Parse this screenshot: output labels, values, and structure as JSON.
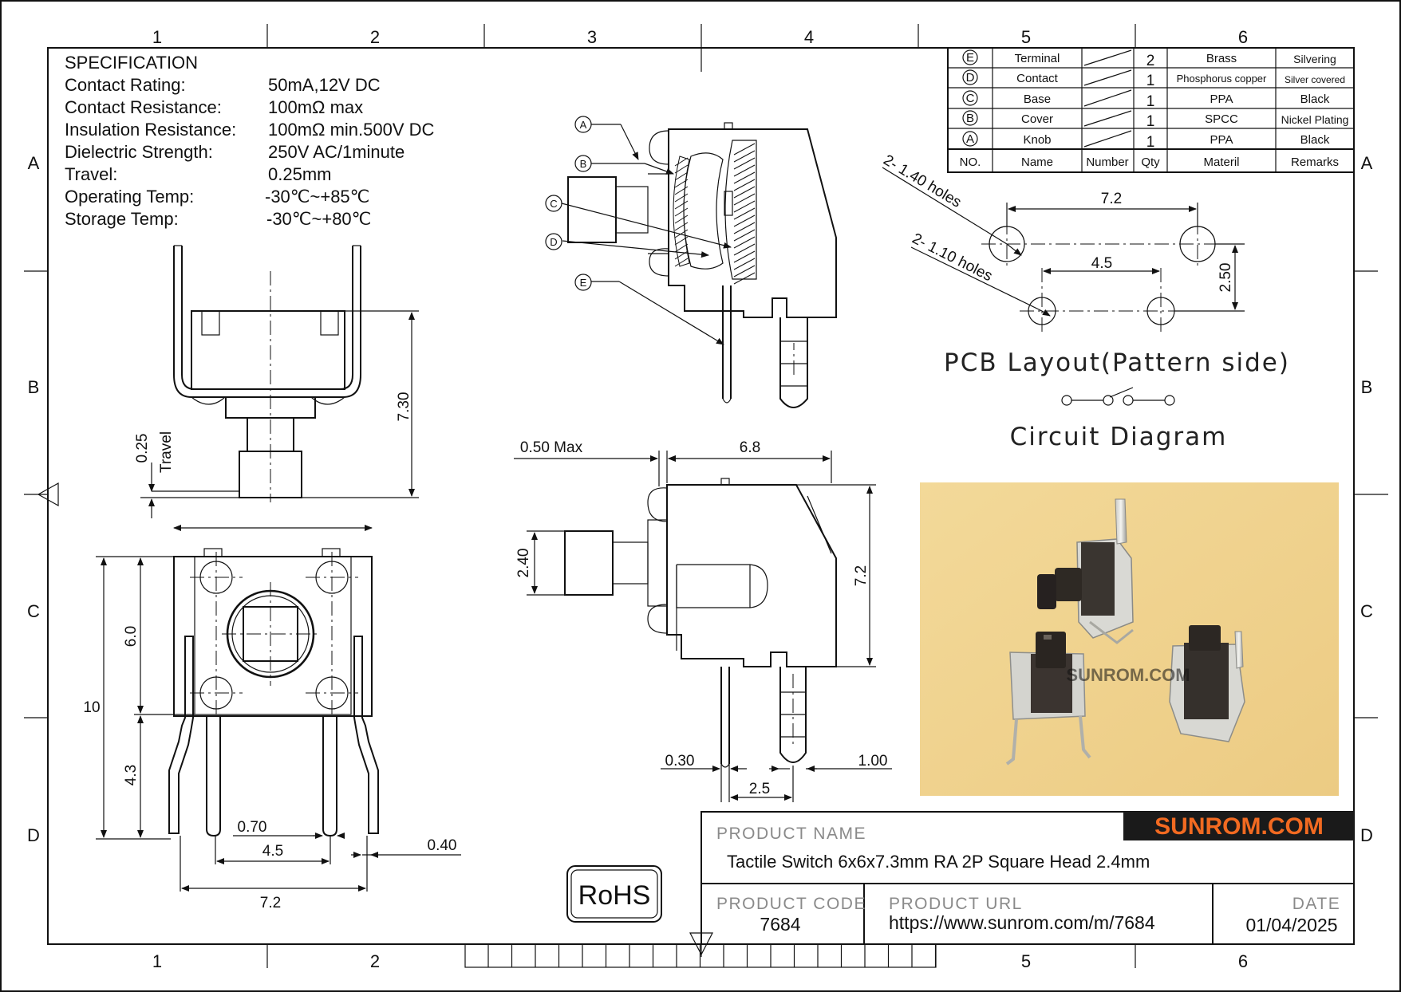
{
  "zones": {
    "columns": [
      "1",
      "2",
      "3",
      "4",
      "5",
      "6"
    ],
    "bottom_columns": [
      "1",
      "2",
      "5",
      "6"
    ],
    "rows": [
      "A",
      "B",
      "C",
      "D"
    ]
  },
  "spec": {
    "title": "SPECIFICATION",
    "rows": [
      {
        "label": "Contact  Rating:",
        "value": "50mA,12V DC"
      },
      {
        "label": "Contact  Resistance:",
        "value": "100mΩ max"
      },
      {
        "label": "Insulation Resistance:",
        "value": "100mΩ min.500V DC"
      },
      {
        "label": "Dielectric  Strength:",
        "value": "250V AC/1minute"
      },
      {
        "label": "Travel:",
        "value": "0.25mm"
      },
      {
        "label": "Operating Temp:",
        "value": "-30℃~+85℃"
      },
      {
        "label": "Storage Temp:",
        "value": "-30℃~+80℃"
      }
    ]
  },
  "bom": {
    "header": [
      "NO.",
      "Name",
      "Number",
      "Qty",
      "Materil",
      "Remarks"
    ],
    "rows": [
      {
        "no": "E",
        "name": "Terminal",
        "qty": "2",
        "material": "Brass",
        "remarks": "Silvering"
      },
      {
        "no": "D",
        "name": "Contact",
        "qty": "1",
        "material": "Phosphorus  copper",
        "remarks": "Silver  covered"
      },
      {
        "no": "C",
        "name": "Base",
        "qty": "1",
        "material": "PPA",
        "remarks": "Black"
      },
      {
        "no": "B",
        "name": "Cover",
        "qty": "1",
        "material": "SPCC",
        "remarks": "Nickel  Plating"
      },
      {
        "no": "A",
        "name": "Knob",
        "qty": "1",
        "material": "PPA",
        "remarks": "Black"
      }
    ]
  },
  "section_callouts": [
    "A",
    "B",
    "C",
    "D",
    "E"
  ],
  "dims": {
    "front_height": "7.30",
    "travel_value": "0.25",
    "travel_label": "Travel",
    "bottom_6": "6.0",
    "bottom_10": "10",
    "bottom_43": "4.3",
    "bottom_070": "0.70",
    "bottom_45": "4.5",
    "bottom_72": "7.2",
    "bottom_040": "0.40",
    "side_050": "0.50 Max",
    "side_68": "6.8",
    "side_240": "2.40",
    "side_72": "7.2",
    "side_030": "0.30",
    "side_100": "1.00",
    "side_25": "2.5"
  },
  "pcb": {
    "holes_140": "2-  1.40 holes",
    "holes_110": "2-  1.10 holes",
    "dim_72": "7.2",
    "dim_45": "4.5",
    "dim_250": "2.50",
    "caption": "PCB  Layout(Pattern  side)"
  },
  "circuit": {
    "caption": "Circuit  Diagram"
  },
  "photo": {
    "watermark": "SUNROM.COM"
  },
  "title_block": {
    "brand": "SUNROM.COM",
    "product_name_label": "PRODUCT NAME",
    "product_name": "Tactile Switch 6x6x7.3mm RA 2P Square Head 2.4mm",
    "product_code_label": "PRODUCT CODE",
    "product_code": "7684",
    "product_url_label": "PRODUCT URL",
    "product_url": "https://www.sunrom.com/m/7684",
    "date_label": "DATE",
    "date": "01/04/2025"
  },
  "rohs": "RoHS",
  "colors": {
    "brand_orange": "#f26a21",
    "brand_black": "#1a1a1a",
    "photo_bg": "#f1d28f",
    "gray_label": "#8a8a8a"
  }
}
